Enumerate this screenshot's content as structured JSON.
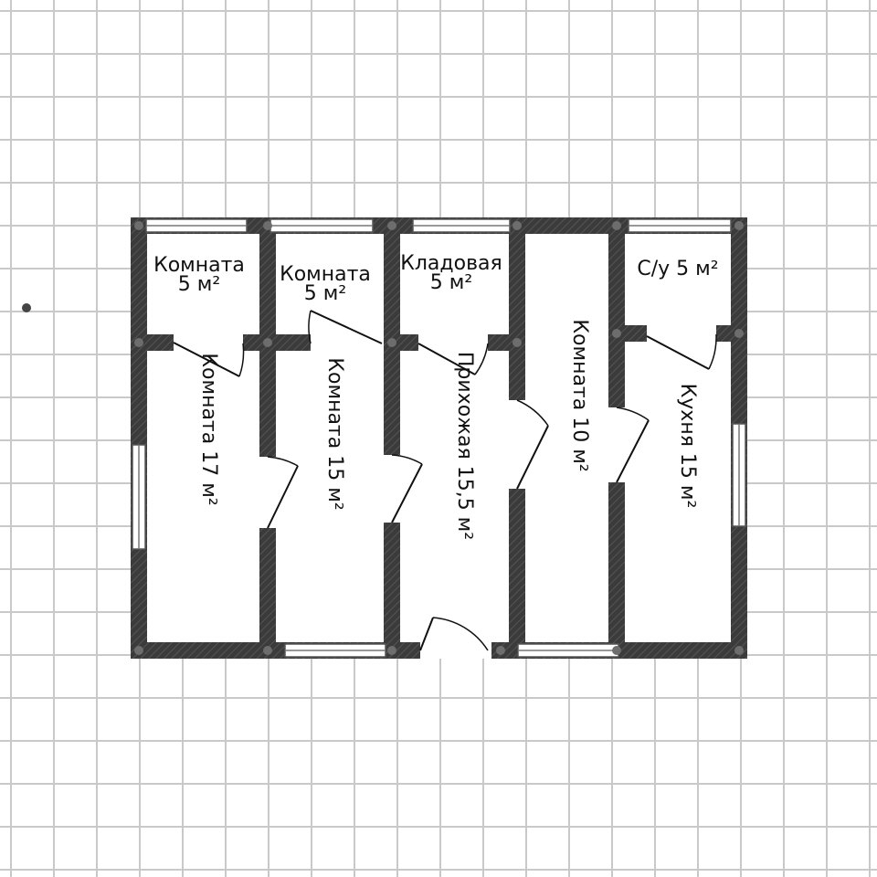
{
  "plan": {
    "rooms": [
      {
        "id": "room-5-a",
        "name": "Комната",
        "area": "5 м²"
      },
      {
        "id": "room-5-b",
        "name": "Комната",
        "area": "5 м²"
      },
      {
        "id": "storage",
        "name": "Кладовая",
        "area": "5 м²"
      },
      {
        "id": "bathroom",
        "name": "С/у 5 м²"
      },
      {
        "id": "room-17",
        "name": "Комната 17 м²"
      },
      {
        "id": "room-15",
        "name": "Комната 15 м²"
      },
      {
        "id": "hallway",
        "name": "Прихожая 15,5 м²"
      },
      {
        "id": "room-10",
        "name": "Комната 10 м²"
      },
      {
        "id": "kitchen",
        "name": "Кухня 15 м²"
      }
    ]
  },
  "colors": {
    "grid": "#c9c9c9",
    "wall": "#3b3b3b",
    "wall_hatch": "#555555",
    "background": "#ffffff"
  }
}
